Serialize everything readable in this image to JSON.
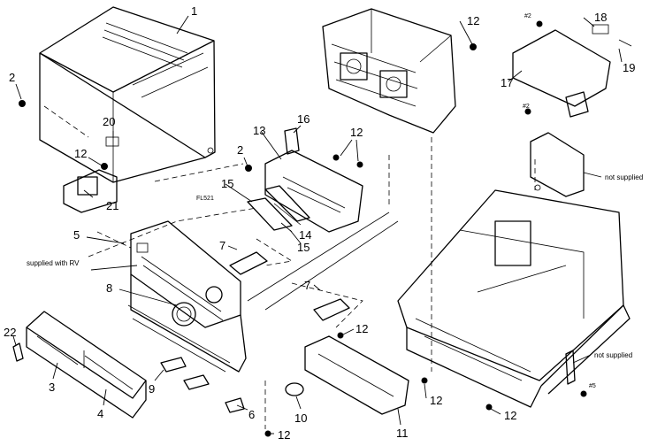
{
  "labels": {
    "l1": "1",
    "l2a": "2",
    "l2b": "2",
    "l3": "3",
    "l4": "4",
    "l5": "5",
    "l6": "6",
    "l7a": "7",
    "l7b": "7",
    "l8": "8",
    "l9": "9",
    "l10": "10",
    "l11": "11",
    "l12a": "12",
    "l12b": "12",
    "l12c": "12",
    "l12d": "12",
    "l12e": "12",
    "l12f": "12",
    "l12g": "12",
    "l13": "13",
    "l14": "14",
    "l15a": "15",
    "l15b": "15",
    "l16": "16",
    "l17": "17",
    "l18": "18",
    "l19": "19",
    "l20": "20",
    "l21": "21",
    "l22": "22"
  },
  "notes": {
    "supplied_rv": "supplied with RV",
    "not_supplied_a": "not supplied",
    "not_supplied_b": "not supplied",
    "fl521": "FL521",
    "s2a": "#2",
    "s2b": "#2",
    "s5": "#5"
  }
}
